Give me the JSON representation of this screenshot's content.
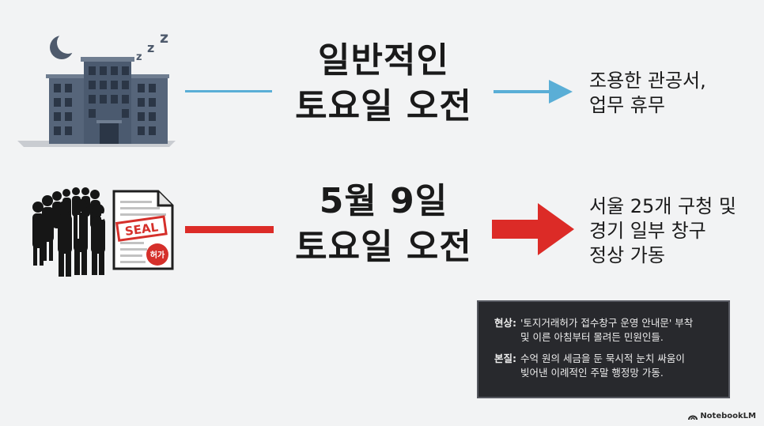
{
  "row1": {
    "heading_line1": "일반적인",
    "heading_line2": "토요일 오전",
    "result_line1": "조용한 관공서,",
    "result_line2": "업무 휴무",
    "line_color": "#5aaed6",
    "icons": [
      "building-icon",
      "moon-icon",
      "sleep-zzz-icon"
    ]
  },
  "row2": {
    "heading_line1": "5월 9일",
    "heading_line2": "토요일 오전",
    "result_line1": "서울 25개 구청 및",
    "result_line2": "경기 일부 창구",
    "result_line3": "정상 가동",
    "line_color": "#dc2b27",
    "document": {
      "seal_text": "SEAL",
      "stamp_text": "허가"
    },
    "icons": [
      "crowd-icon",
      "document-icon"
    ]
  },
  "infobox": {
    "phenomenon_label": "현상:",
    "phenomenon_text": "'토지거래허가 접수창구 운영 안내문' 부착\n및 이른 아침부터 몰려든 민원인들.",
    "essence_label": "본질:",
    "essence_text": "수억 원의 세금을 둔 묵시적 눈치 싸움이\n빚어낸 이례적인 주말 행정망 가동."
  },
  "brand": "NotebookLM"
}
